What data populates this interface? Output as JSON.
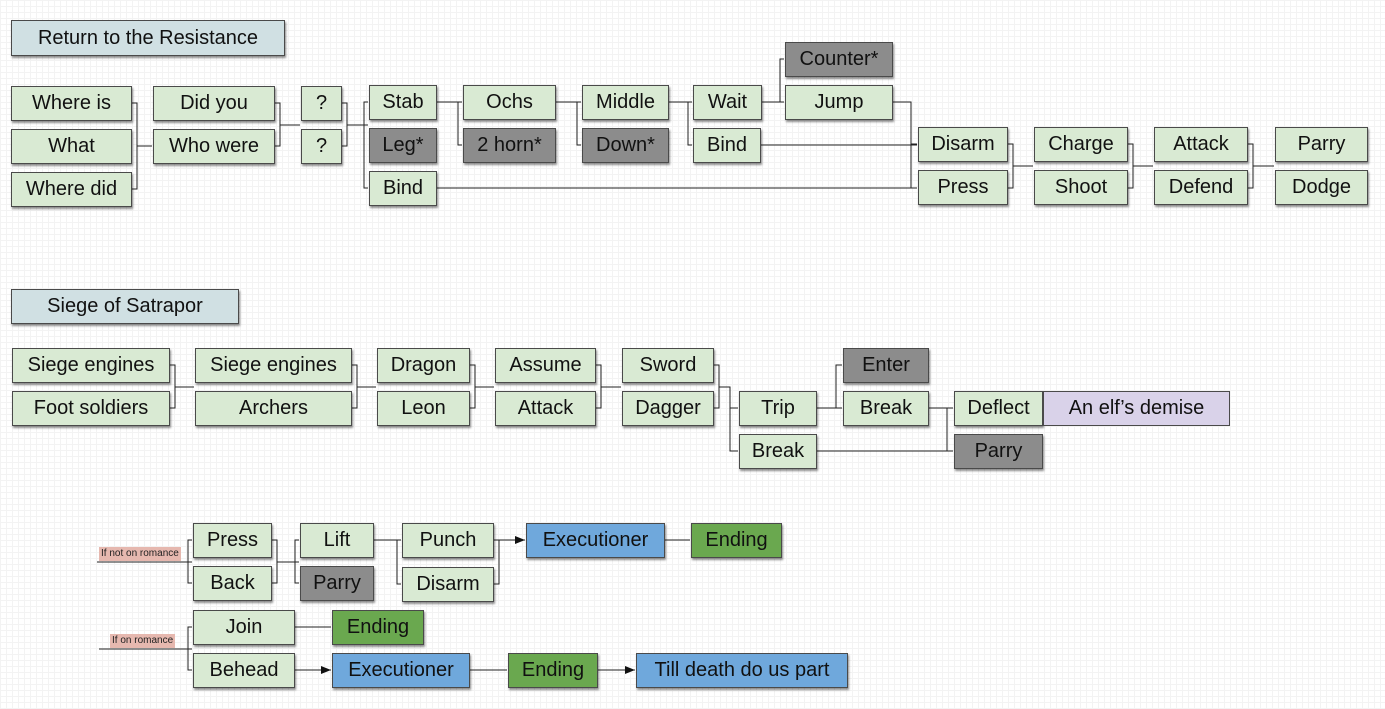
{
  "section1": {
    "title": "Return to the Resistance",
    "col1": [
      "Where is",
      "What",
      "Where did"
    ],
    "col2": [
      "Did you",
      "Who were"
    ],
    "col3": [
      "?",
      "?"
    ],
    "col4": [
      "Stab",
      "Leg*",
      "Bind"
    ],
    "col5": [
      "Ochs",
      "2 horn*"
    ],
    "col6": [
      "Middle",
      "Down*"
    ],
    "col7": [
      "Wait",
      "Bind"
    ],
    "col8": [
      "Counter*",
      "Jump"
    ],
    "col9": [
      "Disarm",
      "Press"
    ],
    "col10": [
      "Charge",
      "Shoot"
    ],
    "col11": [
      "Attack",
      "Defend"
    ],
    "col12": [
      "Parry",
      "Dodge"
    ]
  },
  "section2": {
    "title": "Siege of Satrapor",
    "col1": [
      "Siege engines",
      "Foot soldiers"
    ],
    "col2": [
      "Siege engines",
      "Archers"
    ],
    "col3": [
      "Dragon",
      "Leon"
    ],
    "col4": [
      "Assume",
      "Attack"
    ],
    "col5": [
      "Sword",
      "Dagger"
    ],
    "col6": [
      "Trip",
      "Break"
    ],
    "col7": [
      "Enter",
      "Break"
    ],
    "col8": [
      "Deflect",
      "Parry"
    ],
    "result": "An elf’s demise"
  },
  "section3": {
    "note_not_romance": "If not on romance",
    "note_romance": "If on romance",
    "row1": {
      "col1": [
        "Press",
        "Back"
      ],
      "col2": [
        "Lift",
        "Parry"
      ],
      "col3": [
        "Punch",
        "Disarm"
      ],
      "executioner": "Executioner",
      "ending": "Ending"
    },
    "row2": {
      "join": "Join",
      "join_ending": "Ending",
      "behead": "Behead",
      "executioner": "Executioner",
      "ending": "Ending",
      "final": "Till death do us part"
    }
  }
}
